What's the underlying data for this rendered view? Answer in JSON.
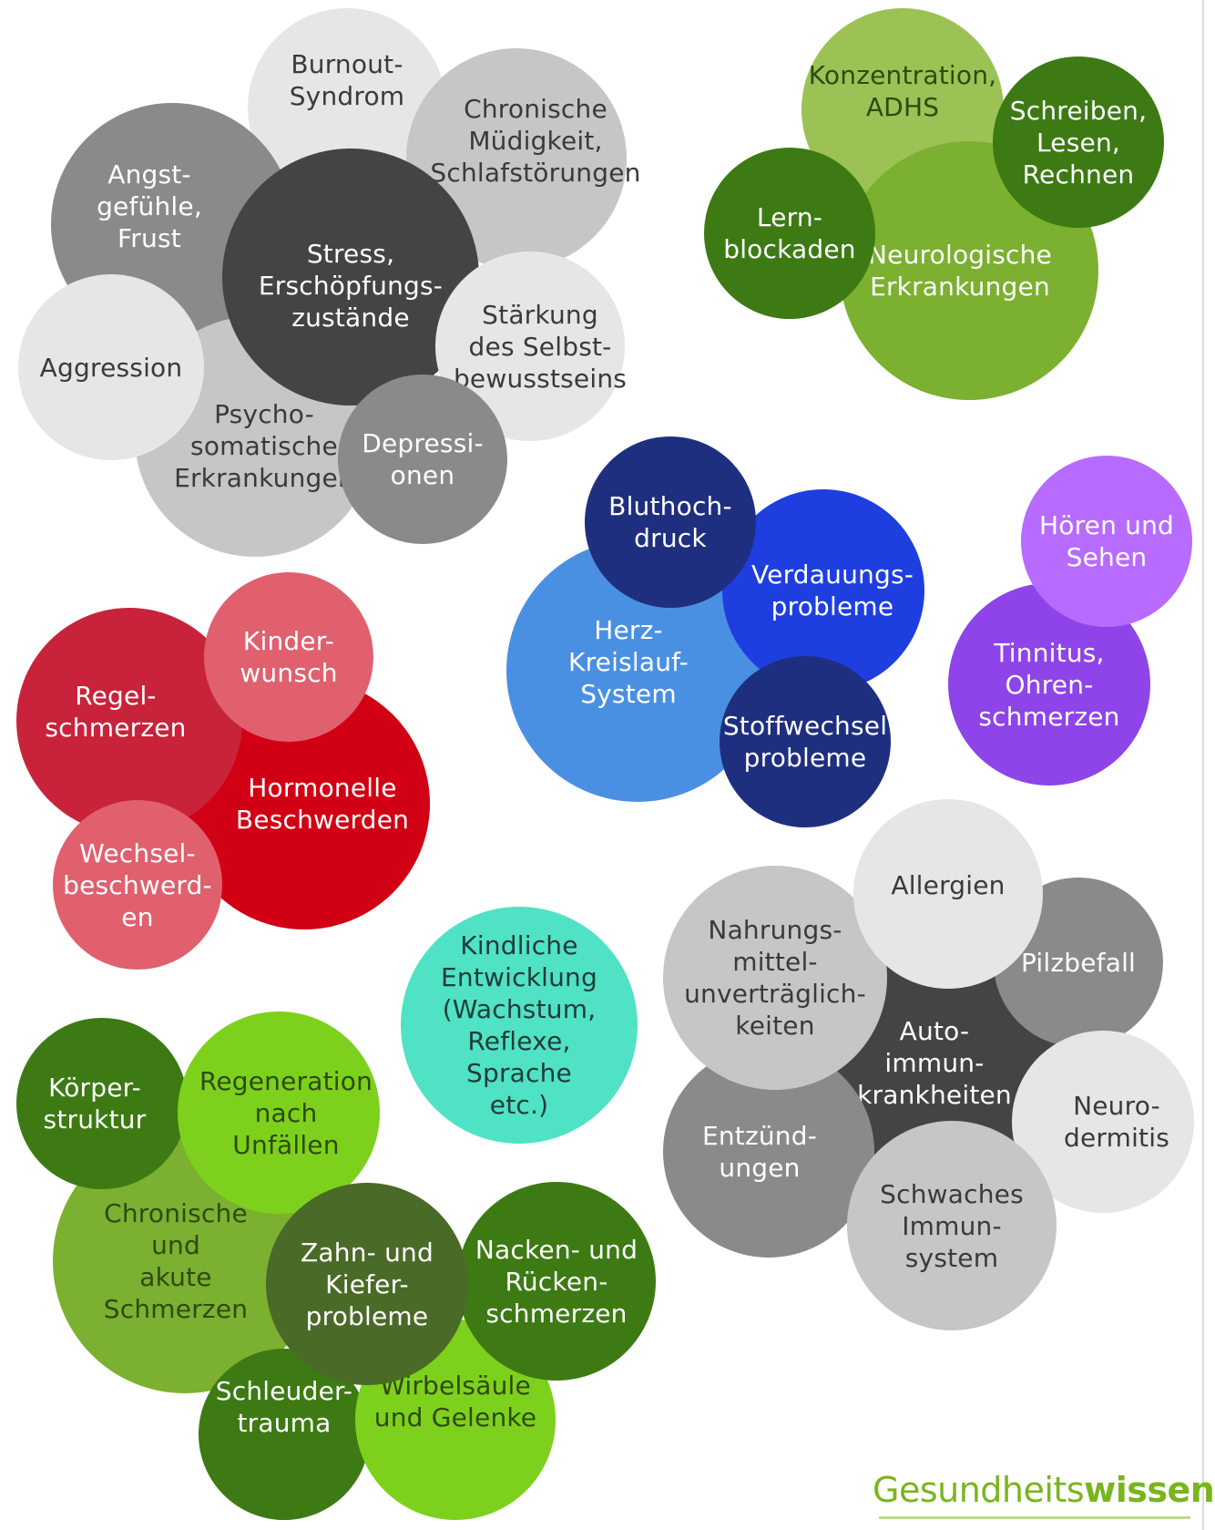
{
  "colors": {
    "gray_dark": "#444444",
    "gray_mid": "#8a8a8a",
    "gray_light": "#c6c6c6",
    "gray_pale": "#e6e6e6",
    "green_dark": "#3d7a14",
    "green_mid": "#7cb030",
    "green_light": "#9cc255",
    "green_bright": "#7dd11c",
    "blue_dark": "#1f2f80",
    "blue_bright": "#1f3ee0",
    "blue_light": "#4a90e2",
    "purple": "#8e44e8",
    "purple_light": "#b86bff",
    "red_dark": "#d10014",
    "red": "#c8233a",
    "red_pink": "#e0606e",
    "teal": "#4fe2c4"
  },
  "clusters": {
    "psyche": {
      "burnout": "Burnout-\nSyndrom",
      "angst": "Angst-\ngefühle,\nFrust",
      "muedigkeit": "Chronische\nMüdigkeit,\nSchlafstörungen",
      "stress": "Stress,\nErschöpfungs-\nzustände",
      "aggression": "Aggression",
      "selbstbewusstsein": "Stärkung\ndes Selbst-\nbewusstseins",
      "psychosomatisch": "Psycho-\nsomatische\nErkrankungen",
      "depressionen": "Depressi-\nonen"
    },
    "neuro": {
      "konzentration": "Konzentration,\nADHS",
      "schreiben": "Schreiben,\nLesen,\nRechnen",
      "lernblockaden": "Lern-\nblockaden",
      "neurologisch": "Neurologische\nErkrankungen"
    },
    "kreislauf": {
      "bluthochdruck": "Bluthoch-\ndruck",
      "verdauung": "Verdauungs-\nprobleme",
      "herz": "Herz-\nKreislauf-\nSystem",
      "stoffwechsel": "Stoffwechsel\nprobleme"
    },
    "sinne": {
      "hoeren": "Hören und\nSehen",
      "tinnitus": "Tinnitus,\nOhren-\nschmerzen"
    },
    "hormone": {
      "kinderwunsch": "Kinder-\nwunsch",
      "regelschmerzen": "Regel-\nschmerzen",
      "hormonell": "Hormonelle\nBeschwerden",
      "wechsel": "Wechsel-\nbeschwerd-\nen"
    },
    "kind": {
      "entwicklung": "Kindliche\nEntwicklung\n(Wachstum,\nReflexe,\nSprache\netc.)"
    },
    "immun": {
      "allergien": "Allergien",
      "nahrung": "Nahrungs-\nmittel-\nunverträglich-\nkeiten",
      "pilzbefall": "Pilzbefall",
      "autoimmun": "Auto-\nimmun-\nkrankheiten",
      "neurodermitis": "Neuro-\ndermitis",
      "entzuendungen": "Entzünd-\nungen",
      "immunsystem": "Schwaches\nImmun-\nsystem"
    },
    "bewegung": {
      "koerper": "Körper-\nstruktur",
      "regeneration": "Regeneration\nnach\nUnfällen",
      "schmerzen": "Chronische\nund\nakute\nSchmerzen",
      "zahn": "Zahn- und\nKiefer-\nprobleme",
      "nacken": "Nacken- und\nRücken-\nschmerzen",
      "schleudertrauma": "Schleuder-\ntrauma",
      "wirbelsaeule": "Wirbelsäule\nund Gelenke"
    }
  },
  "brand": {
    "prefix": "Gesundheits",
    "suffix": "wissen"
  }
}
